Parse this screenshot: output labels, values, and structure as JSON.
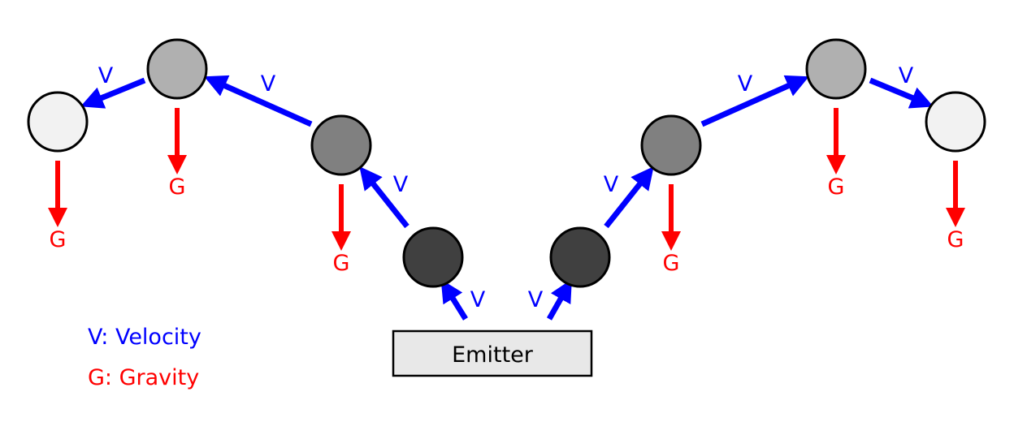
{
  "colors": {
    "velocity": "#0000ff",
    "gravity": "#ff0000",
    "outline": "#000000",
    "emitter_fill": "#e8e8e8"
  },
  "emitter": {
    "label": "Emitter"
  },
  "velocity_label": "V",
  "gravity_label": "G",
  "legend": {
    "velocity": "V: Velocity",
    "gravity": "G: Gravity"
  },
  "particles": [
    {
      "name": "particle-left-4",
      "shade": "#f2f2f2"
    },
    {
      "name": "particle-left-3",
      "shade": "#b0b0b0"
    },
    {
      "name": "particle-left-2",
      "shade": "#808080"
    },
    {
      "name": "particle-left-1",
      "shade": "#404040"
    },
    {
      "name": "particle-right-1",
      "shade": "#404040"
    },
    {
      "name": "particle-right-2",
      "shade": "#808080"
    },
    {
      "name": "particle-right-3",
      "shade": "#b0b0b0"
    },
    {
      "name": "particle-right-4",
      "shade": "#f2f2f2"
    }
  ]
}
